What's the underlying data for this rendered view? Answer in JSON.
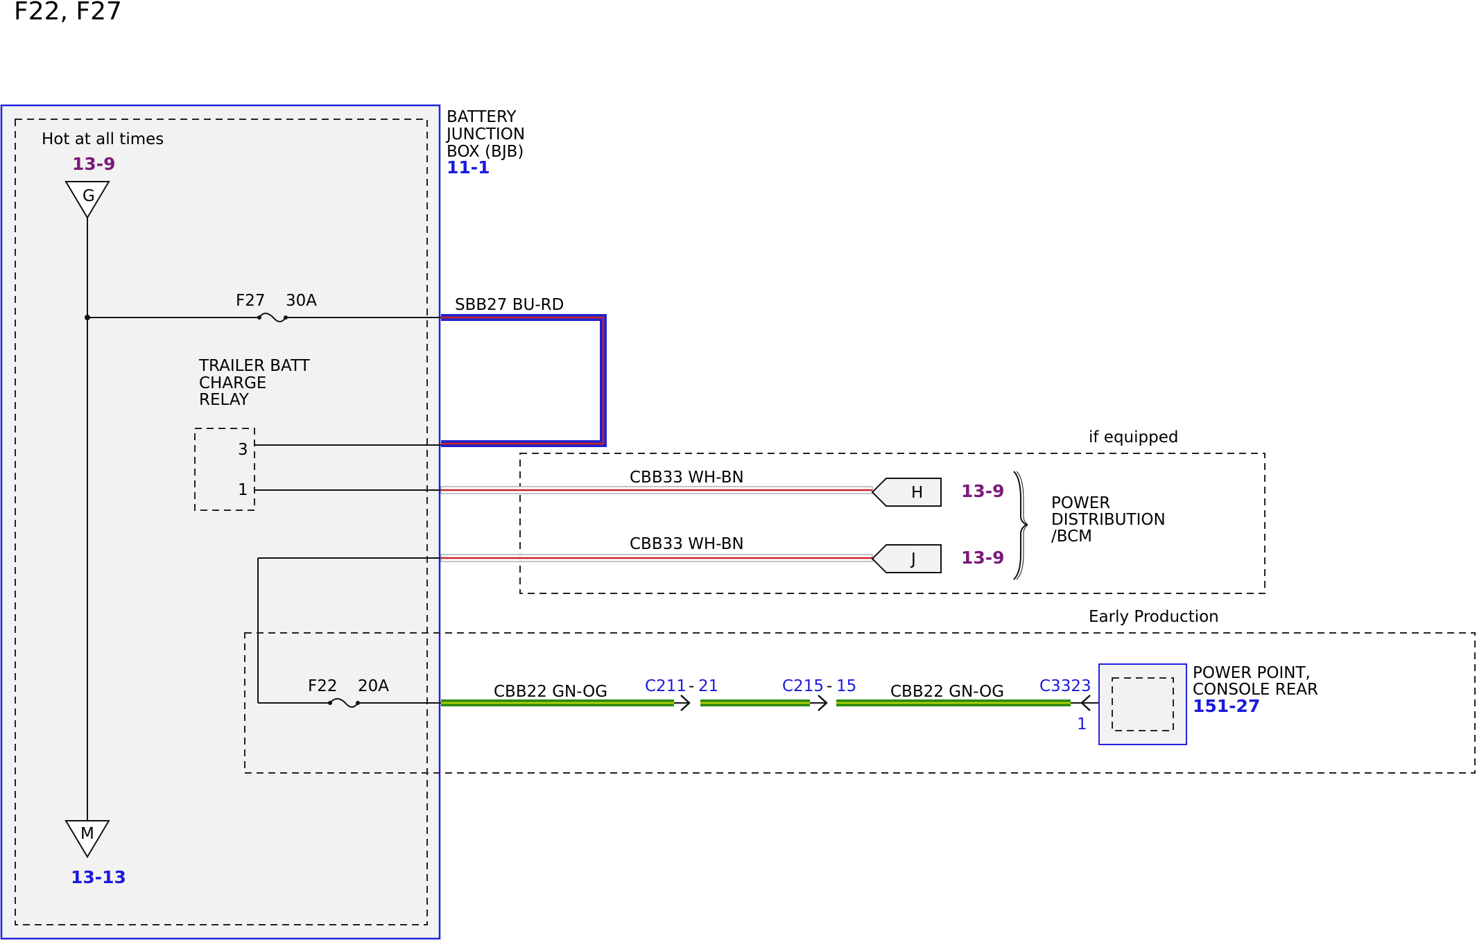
{
  "page": {
    "title": "F22, F27"
  },
  "bjb": {
    "label_line1": "BATTERY",
    "label_line2": "JUNCTION",
    "label_line3": "BOX (BJB)",
    "ref": "11-1",
    "hot_label": "Hot at all times",
    "top_ref": "13-9",
    "top_connector": "G",
    "bottom_connector": "M",
    "bottom_ref": "13-13"
  },
  "fuse_f27": {
    "name": "F27",
    "rating": "30A"
  },
  "fuse_f22": {
    "name": "F22",
    "rating": "20A"
  },
  "relay": {
    "label_line1": "TRAILER BATT",
    "label_line2": "CHARGE",
    "label_line3": "RELAY",
    "pin_3": "3",
    "pin_1": "1"
  },
  "wires": {
    "sbb27": "SBB27   BU-RD",
    "cbb33_upper": "CBB33    WH-BN",
    "cbb33_lower": "CBB33    WH-BN",
    "cbb22_left": "CBB22    GN-OG",
    "cbb22_right": "CBB22    GN-OG"
  },
  "power_distribution": {
    "qualifier": "if equipped",
    "label_line1": "POWER",
    "label_line2": "DISTRIBUTION",
    "label_line3": "/BCM",
    "pin_h": "H",
    "pin_j": "J",
    "ref_h": "13-9",
    "ref_j": "13-9"
  },
  "early_production": {
    "qualifier": "Early Production",
    "c211": "C211",
    "c211_pin": "21",
    "c215": "C215",
    "c215_pin": "15",
    "c3323": "C3323",
    "c3323_pin": "1",
    "sep": "-"
  },
  "power_point": {
    "label_line1": "POWER POINT,",
    "label_line2": "CONSOLE REAR",
    "ref": "151-27"
  },
  "colors": {
    "box_border": "#2222dd",
    "box_fill": "#f2f2f2",
    "ref_purple": "#7a1a7a",
    "ref_blue": "#1a1adc",
    "wire_blue": "#2222cc",
    "wire_red": "#cc2222",
    "wire_green": "#2e8b12",
    "wire_yellow": "#b8d400"
  }
}
